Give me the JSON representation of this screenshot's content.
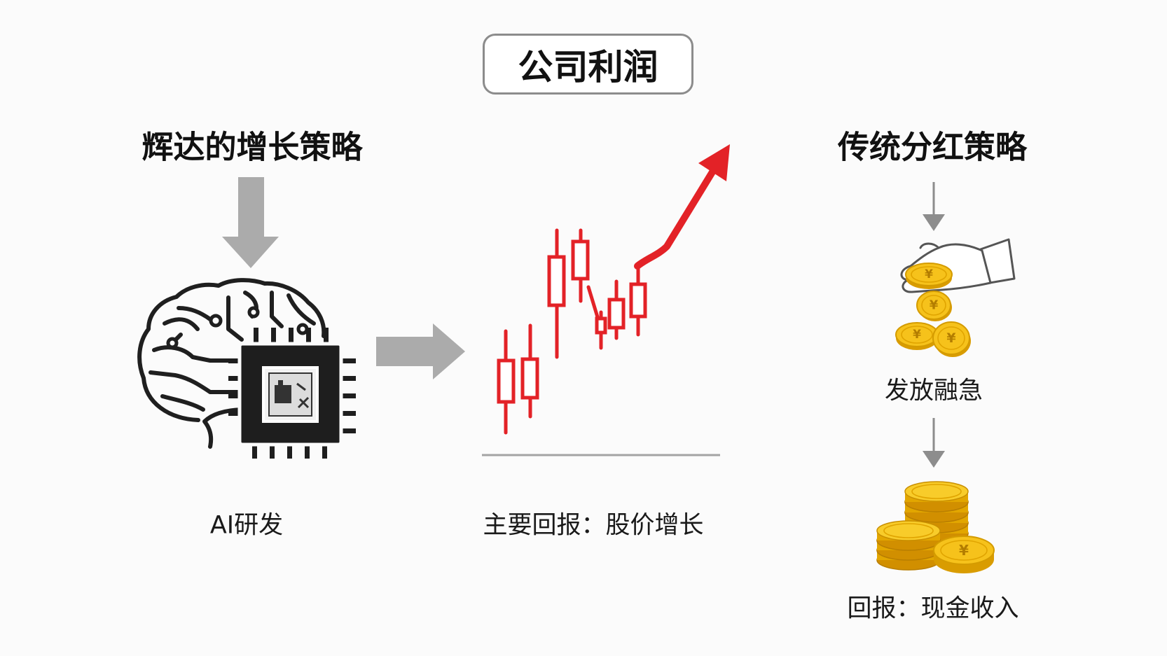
{
  "title": "公司利润",
  "left": {
    "heading": "辉达的增长策略",
    "caption": "AI研发"
  },
  "center": {
    "caption": "主要回报：股价增长"
  },
  "right": {
    "heading": "传统分红策略",
    "step1": "发放融急",
    "step2": "回报：现金收入",
    "coin_symbol": "¥"
  },
  "icons": {
    "left": "brain-chip-icon",
    "center": "candlestick-chart-icon",
    "right_top": "hand-coins-icon",
    "right_bottom": "coin-stack-icon"
  },
  "colors": {
    "accent_red": "#e32227",
    "arrow_gray": "#ababab",
    "gold": "#f6c21b",
    "ink": "#1f1f1f"
  }
}
